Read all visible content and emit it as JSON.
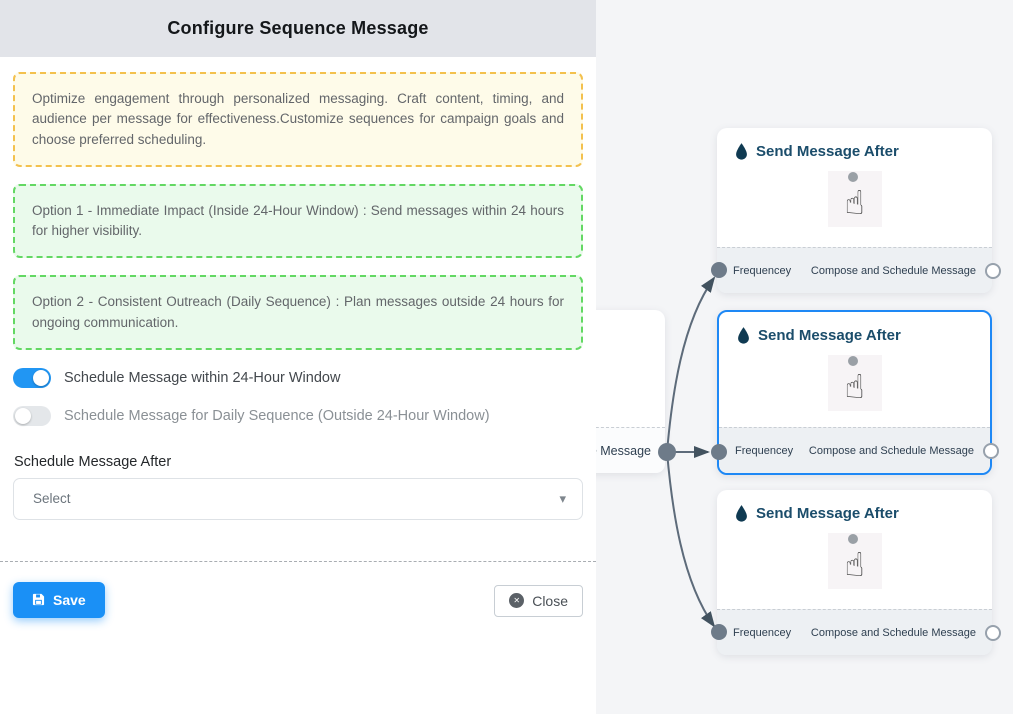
{
  "panel": {
    "title": "Configure Sequence Message",
    "description": "Optimize engagement through personalized messaging. Craft content, timing, and audience per message for effectiveness.Customize sequences for campaign goals and choose preferred scheduling.",
    "option1": "Option 1 - Immediate Impact (Inside 24-Hour Window) : Send messages within 24 hours for higher visibility.",
    "option2": "Option 2 - Consistent Outreach (Daily Sequence) : Plan messages outside 24 hours for ongoing communication.",
    "toggles": [
      {
        "label": "Schedule Message within 24-Hour Window",
        "on": true
      },
      {
        "label": "Schedule Message for Daily Sequence (Outside 24-Hour Window)",
        "on": false
      }
    ],
    "schedule_after": {
      "label": "Schedule Message After",
      "value": "Select"
    },
    "buttons": {
      "save": "Save",
      "close": "Close"
    }
  },
  "canvas": {
    "partial_node": {
      "footer_label": "ce Message"
    },
    "nodes": [
      {
        "title": "Send Message After",
        "left_label": "Frequencey",
        "right_label": "Compose and Schedule Message",
        "selected": false
      },
      {
        "title": "Send Message After",
        "left_label": "Frequencey",
        "right_label": "Compose and Schedule Message",
        "selected": true
      },
      {
        "title": "Send Message After",
        "left_label": "Frequencey",
        "right_label": "Compose and Schedule Message",
        "selected": false
      }
    ]
  },
  "icons": {
    "droplet": "teardrop",
    "hand_pointer": "☝",
    "caret_down": "▾",
    "save": "floppy-disk",
    "close_x": "✕"
  },
  "colors": {
    "accent_blue": "#1a90f6",
    "selected_border": "#1e88f5",
    "toggle_on": "#2196f3",
    "yellow_border": "#f3c14e",
    "yellow_bg": "#fefbe9",
    "green_border": "#63d863",
    "green_bg": "#eafaec",
    "node_title": "#1b4d6b",
    "edge": "#5d6b7a",
    "canvas_bg": "#f4f5f7",
    "header_bg": "#e2e4e9"
  }
}
